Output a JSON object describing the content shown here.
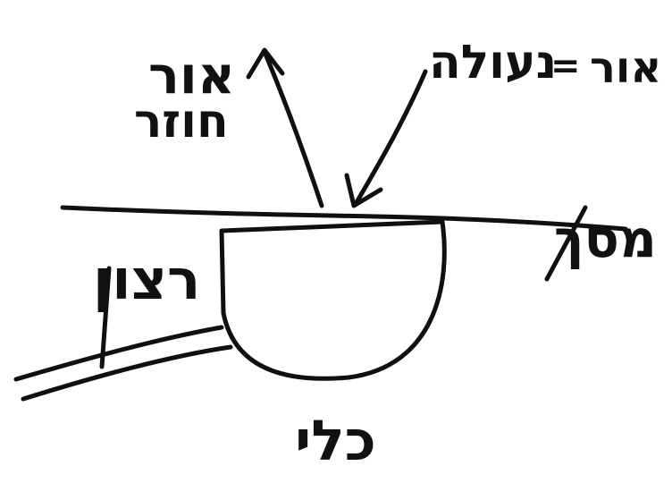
{
  "labels": {
    "reflected_light_line1": "אור",
    "reflected_light_line2": "חוזר",
    "incident_light_word": "נעולה",
    "equals_sign": "=",
    "incident_light_light": "אור",
    "screen": "מסך",
    "desire": "רצון",
    "vessel": "כלי"
  },
  "colors": {
    "ink": "#101010",
    "background": "#ffffff"
  }
}
